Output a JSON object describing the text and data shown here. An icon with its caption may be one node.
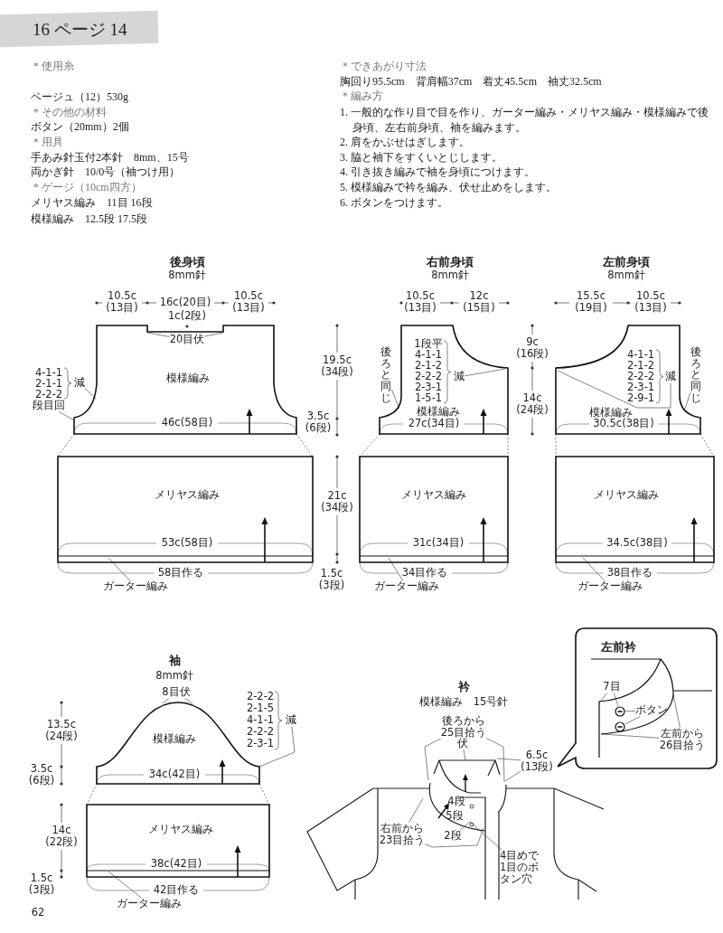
{
  "diagram": {
    "title": "16 ページ 14",
    "nodes": [
      {
        "text": [
          "模様編み"
        ]
      },
      {
        "text": [
          "メリヤス編み"
        ]
      },
      {
        "text": [
          "模様編み"
        ]
      },
      {
        "text": [
          "メリヤス編み"
        ]
      },
      {
        "text": [
          "模様編み"
        ]
      },
      {
        "text": [
          "メリヤス編み"
        ]
      },
      {
        "text": [
          "模様編み"
        ]
      },
      {
        "text": [
          "メリヤス編み"
        ]
      },
      {
        "text": [
          "左前衿"
        ]
      },
      {
        "text": [],
        "shape": "circle",
        "in": 8
      },
      {
        "text": [],
        "shape": "circle",
        "in": 8
      },
      {
        "text": [
          "ボタン"
        ],
        "in": 8
      },
      {
        "text": [
          "7目"
        ],
        "in": 8
      },
      {
        "text": [
          "左前から 26目拾う"
        ],
        "in": 8
      },
      {
        "text": [
          "20目伏"
        ],
        "in": 0
      },
      {
        "text": [
          "減"
        ]
      },
      {
        "text": [
          "段目回"
        ]
      },
      {
        "text": [
          "ガーター編み"
        ]
      },
      {
        "text": [
          "減"
        ],
        "in": 2
      },
      {
        "text": [
          "後ろと同じ"
        ]
      },
      {
        "text": [
          "ガーター編み"
        ]
      },
      {
        "text": [
          "減"
        ],
        "in": 4
      },
      {
        "text": [
          "後ろと同じ"
        ]
      },
      {
        "text": [
          "ガーター編み"
        ]
      },
      {
        "text": [
          "8目伏"
        ]
      },
      {
        "text": [
          "減"
        ]
      },
      {
        "text": [
          "ガーター編み"
        ]
      },
      {
        "text": [
          "後ろから 25目拾う"
        ]
      },
      {
        "text": [
          "伏"
        ]
      },
      {
        "text": [
          "6.5c (13段)"
        ]
      },
      {
        "text": [
          "右前から 23目拾う"
        ],
        "in": 33
      },
      {
        "text": [
          "2段"
        ],
        "in": 33
      },
      {
        "text": [
          "4目めで1目のボタン穴"
        ],
        "in": 33
      },
      {
        "text": [],
        "shape": "picture"
      }
    ],
    "edges": [
      {
        "from": 0,
        "to": 1,
        "arrow": "none",
        "style": "dashed"
      },
      {
        "from": 0,
        "to": 1,
        "arrow": "none",
        "style": "dashed"
      },
      {
        "from": 2,
        "to": 3,
        "arrow": "none",
        "style": "dashed"
      },
      {
        "from": 2,
        "to": 3,
        "arrow": "none",
        "style": "dashed"
      },
      {
        "from": 4,
        "to": 5,
        "arrow": "none",
        "style": "dashed"
      },
      {
        "from": 4,
        "to": 5,
        "arrow": "none",
        "style": "dashed"
      },
      {
        "from": 6,
        "to": 7,
        "arrow": "none",
        "style": "dashed"
      },
      {
        "from": 6,
        "to": 7,
        "arrow": "none",
        "style": "dashed"
      },
      {
        "from": 14,
        "to": 0,
        "arrow": "none"
      },
      {
        "from": 14,
        "to": 0,
        "arrow": "none"
      },
      {
        "from": 15,
        "to": 0,
        "arrow": "none"
      },
      {
        "from": 16,
        "to": 0,
        "arrow": "none"
      },
      {
        "from": 17,
        "to": 1,
        "arrow": "none"
      },
      {
        "from": 18,
        "to": 2,
        "arrow": "none"
      },
      {
        "from": 19,
        "to": 2,
        "arrow": "none"
      },
      {
        "from": 20,
        "to": 3,
        "arrow": "none"
      },
      {
        "from": 21,
        "to": 4,
        "arrow": "none"
      },
      {
        "from": 22,
        "to": 4,
        "arrow": "none"
      },
      {
        "from": 23,
        "to": 5,
        "arrow": "none"
      },
      {
        "from": 24,
        "to": 6,
        "arrow": "none"
      },
      {
        "from": 24,
        "to": 6,
        "arrow": "none"
      },
      {
        "from": 25,
        "to": 6,
        "arrow": "none"
      },
      {
        "from": 27,
        "to": 33,
        "arrow": "none"
      },
      {
        "from": 27,
        "to": 33,
        "arrow": "none"
      },
      {
        "from": 28,
        "to": 33,
        "arrow": "none"
      },
      {
        "from": 29,
        "to": 33,
        "arrow": "none"
      },
      {
        "from": 29,
        "to": 33,
        "arrow": "none"
      },
      {
        "from": 30,
        "to": 33,
        "arrow": "none"
      },
      {
        "from": 30,
        "to": 33,
        "arrow": "none"
      },
      {
        "from": 31,
        "to": 33,
        "arrow": "none"
      },
      {
        "from": 32,
        "to": 33,
        "arrow": "none"
      },
      {
        "from": 11,
        "to": 9,
        "arrow": "none"
      },
      {
        "from": 11,
        "to": 10,
        "arrow": "none"
      },
      {
        "from": 12,
        "to": 8,
        "arrow": "none"
      },
      {
        "from": 12,
        "to": 9,
        "arrow": "none"
      },
      {
        "from": 13,
        "to": 8,
        "arrow": "none"
      },
      {
        "from": 13,
        "to": 8,
        "arrow": "none"
      },
      {
        "from": 26,
        "to": 7,
        "arrow": "none"
      }
    ],
    "labels": [
      "＊使用糸",
      "ベージュ（12）530g",
      "＊その他の材料",
      "ボタン（20mm）2個",
      "＊用具",
      "手あみ針玉付2本針　8mm、15号",
      "両かぎ針　10/0号（袖つけ用）",
      "＊ゲージ（10cm四方）",
      "メリヤス編み　11目 16段",
      "模様編み　12.5段 17.5段",
      "＊できあがり寸法",
      "胸回り95.5cm　背肩幅37cm　着丈45.5cm　袖丈32.5cm",
      "＊編み方",
      "1. 一般的な作り目で目を作り、ガーター編み・メリヤス編み・模様編みで後身頃、左右前身頃、袖を編みます。",
      "2. 肩をかぶせはぎします。",
      "3. 脇と袖下をすくいとじします。",
      "4. 引き抜き編みで袖を身頃につけます。",
      "5. 模様編みで衿を編み、伏せ止めをします。",
      "6. ボタンをつけます。",
      "後身頃",
      "8mm針",
      "10.5c (13目)",
      "16c(20目)",
      "10.5c (13目)",
      "1c(2段)",
      "46c(58目)",
      "19.5c (34段)",
      "3.5c (6段)",
      "4-1-1",
      "2-1-1",
      "2-2-2",
      "53c(58目)",
      "58目作る",
      "21c (34段)",
      "1.5c (3段)",
      "右前身頃",
      "8mm針",
      "10.5c (13目)",
      "12c (15目)",
      "1段平",
      "4-1-1",
      "2-1-2",
      "2-2-2",
      "2-3-1",
      "1-5-1",
      "27c(34目)",
      "31c(34目)",
      "34目作る",
      "9c (16段)",
      "14c (24段)",
      "左前身頃",
      "8mm針",
      "15.5c (19目)",
      "10.5c (13目)",
      "4-1-1",
      "2-1-2",
      "2-2-2",
      "2-3-1",
      "2-9-1",
      "30.5c(38目)",
      "34.5c(38目)",
      "38目作る",
      "袖",
      "8mm針",
      "13.5c (24段)",
      "3.5c (6段)",
      "2-2-2",
      "2-1-5",
      "4-1-1",
      "2-2-2",
      "2-3-1",
      "34c(42目)",
      "14c (22段)",
      "1.5c (3段)",
      "38c(42目)",
      "42目作る",
      "62",
      "衿",
      "模様編み　15号針",
      "4段",
      "5段"
    ]
  }
}
